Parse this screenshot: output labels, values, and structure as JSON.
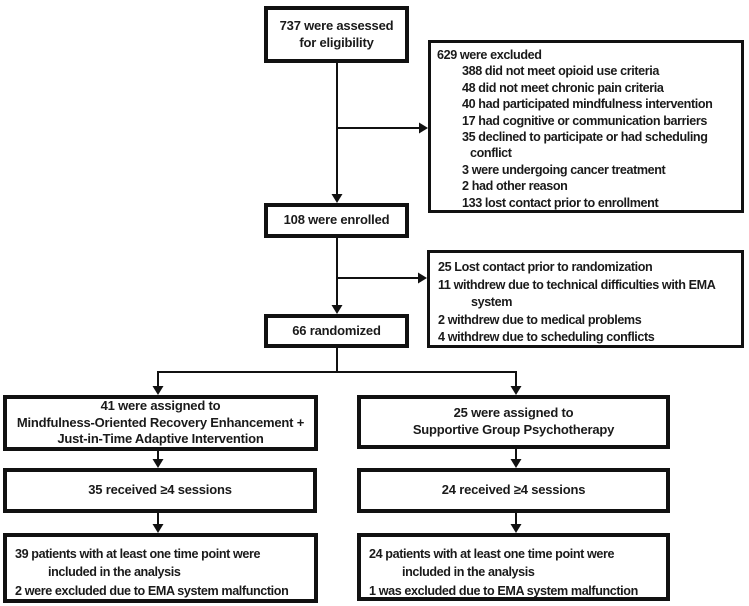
{
  "diagram": {
    "title": "CONSORT participant flow diagram",
    "colors": {
      "border": "#111111",
      "text": "#1a1a1a",
      "background": "#ffffff"
    },
    "assessed": {
      "text": "737 were assessed\nfor eligibility"
    },
    "excluded1": {
      "lines": [
        {
          "indent": 0,
          "text": "629 were excluded"
        },
        {
          "indent": 1,
          "text": "388 did not meet opioid use criteria"
        },
        {
          "indent": 1,
          "text": "48 did not meet chronic pain criteria"
        },
        {
          "indent": 1,
          "text": "40 had participated mindfulness intervention"
        },
        {
          "indent": 1,
          "text": "17 had cognitive or communication barriers"
        },
        {
          "indent": 1,
          "text": "35 declined to participate or had scheduling"
        },
        {
          "indent": 2,
          "text": "conflict"
        },
        {
          "indent": 1,
          "text": "3 were undergoing cancer treatment"
        },
        {
          "indent": 1,
          "text": "2 had other reason"
        },
        {
          "indent": 1,
          "text": "133 lost contact prior to enrollment"
        }
      ]
    },
    "enrolled": {
      "text": "108 were enrolled"
    },
    "excluded2": {
      "lines": [
        {
          "indent": 0,
          "text": "25 Lost contact prior to randomization"
        },
        {
          "indent": 0,
          "text": "11 withdrew due to technical difficulties with EMA"
        },
        {
          "indent": 2,
          "text": "system"
        },
        {
          "indent": 0,
          "text": "2 withdrew due to medical problems"
        },
        {
          "indent": 0,
          "text": "4 withdrew due to scheduling conflicts"
        }
      ]
    },
    "randomized": {
      "text": "66 randomized"
    },
    "arm_left": {
      "text": "41 were assigned to\nMindfulness-Oriented Recovery Enhancement +\nJust-in-Time Adaptive Intervention"
    },
    "arm_right": {
      "text": "25 were assigned to\nSupportive Group Psychotherapy"
    },
    "sessions_left": {
      "text": "35 received ≥4 sessions"
    },
    "sessions_right": {
      "text": "24 received ≥4 sessions"
    },
    "analysis_left": {
      "lines": [
        {
          "indent": 0,
          "text": "39 patients with at least one time point were"
        },
        {
          "indent": 2,
          "text": "included in the analysis"
        },
        {
          "indent": 0,
          "text": "2 were excluded due to EMA system malfunction"
        }
      ]
    },
    "analysis_right": {
      "lines": [
        {
          "indent": 0,
          "text": "24 patients with at least one time point were"
        },
        {
          "indent": 2,
          "text": "included in the analysis"
        },
        {
          "indent": 0,
          "text": "1 was excluded due to EMA system malfunction"
        }
      ]
    }
  }
}
